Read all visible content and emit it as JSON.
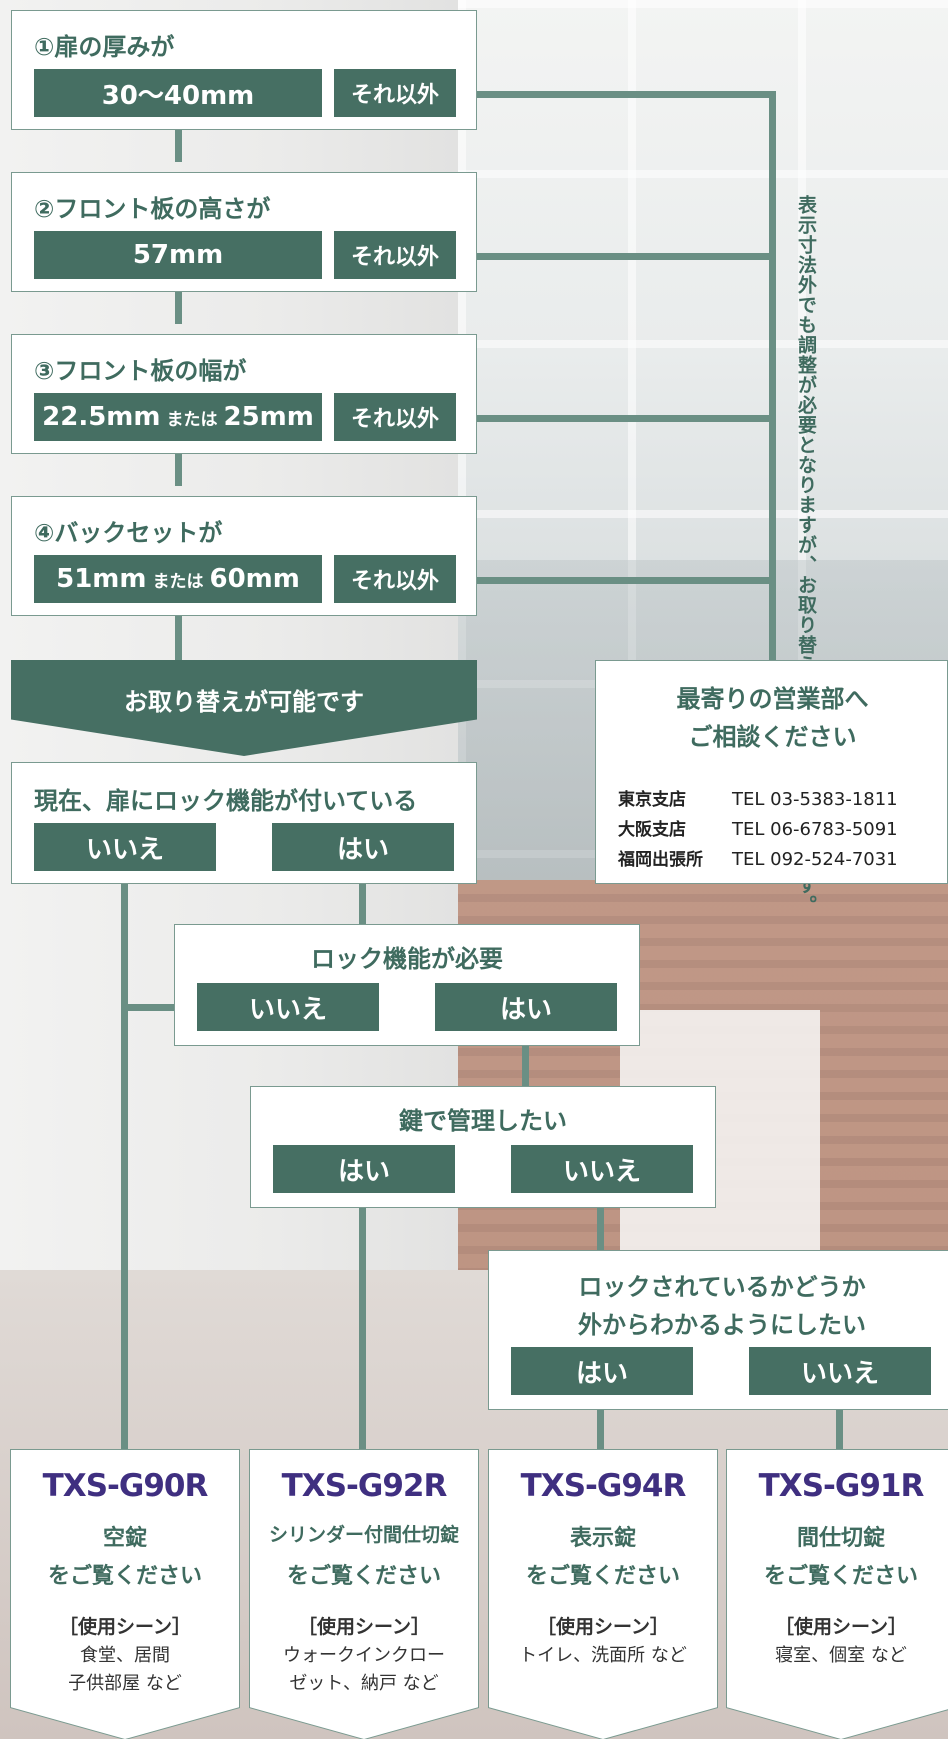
{
  "steps": [
    {
      "title": "①扉の厚みが",
      "yes": "30〜40mm",
      "other": "それ以外"
    },
    {
      "title": "②フロント板の高さが",
      "yes": "57mm",
      "other": "それ以外"
    },
    {
      "title": "③フロント板の幅が",
      "yes_a": "22.5mm",
      "yes_or": "または",
      "yes_b": "25mm",
      "other": "それ以外"
    },
    {
      "title": "④バックセットが",
      "yes_a": "51mm",
      "yes_or": "または",
      "yes_b": "60mm",
      "other": "それ以外"
    }
  ],
  "note": "表示寸法外でも調整が必要となりますが、お取り替えが可能な場合もあります。",
  "replace_banner": "お取り替えが可能です",
  "contact": {
    "title_line1": "最寄りの営業部へ",
    "title_line2": "ご相談ください",
    "offices": [
      {
        "name": "東京支店",
        "tel": "TEL 03-5383-1811"
      },
      {
        "name": "大阪支店",
        "tel": "TEL 06-6783-5091"
      },
      {
        "name": "福岡出張所",
        "tel": "TEL 092-524-7031"
      }
    ]
  },
  "questions": [
    {
      "title": "現在、扉にロック機能が付いている",
      "no": "いいえ",
      "yes": "はい"
    },
    {
      "title": "ロック機能が必要",
      "no": "いいえ",
      "yes": "はい"
    },
    {
      "title": "鍵で管理したい",
      "yes": "はい",
      "no": "いいえ"
    },
    {
      "title_line1": "ロックされているかどうか",
      "title_line2": "外からわかるようにしたい",
      "yes": "はい",
      "no": "いいえ"
    }
  ],
  "products": [
    {
      "model": "TXS-G90R",
      "name": "空錠",
      "see": "をご覧ください",
      "scene": "［使用シーン］",
      "desc1": "食堂、居間",
      "desc2": "子供部屋 など"
    },
    {
      "model": "TXS-G92R",
      "name": "シリンダー付間仕切錠",
      "see": "をご覧ください",
      "scene": "［使用シーン］",
      "desc1": "ウォークインクロー",
      "desc2": "ゼット、納戸 など"
    },
    {
      "model": "TXS-G94R",
      "name": "表示錠",
      "see": "をご覧ください",
      "scene": "［使用シーン］",
      "desc1": "トイレ、洗面所 など",
      "desc2": ""
    },
    {
      "model": "TXS-G91R",
      "name": "間仕切錠",
      "see": "をご覧ください",
      "scene": "［使用シーン］",
      "desc1": "寝室、個室 など",
      "desc2": ""
    }
  ]
}
